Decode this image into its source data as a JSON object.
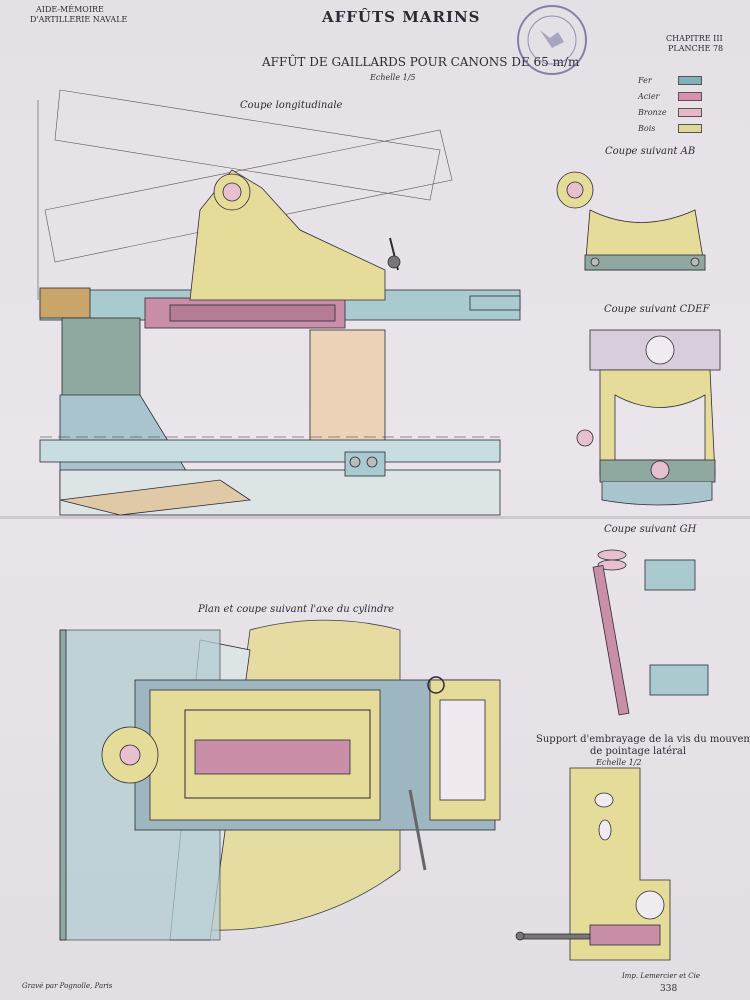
{
  "header": {
    "left_line1": "AIDE-MÉMOIRE",
    "left_line2": "D'ARTILLERIE NAVALE",
    "center_title": "AFFÛTS MARINS",
    "right_line1": "CHAPITRE III",
    "right_line2": "PLANCHE 78"
  },
  "plate": {
    "title": "AFFÛT DE GAILLARDS POUR CANONS DE 65 m/m",
    "scale": "Echelle 1/5"
  },
  "legend": [
    {
      "label": "Fer",
      "color": "#7fb3b8"
    },
    {
      "label": "Acier",
      "color": "#d98fb0"
    },
    {
      "label": "Bronze",
      "color": "#e8b8c8"
    },
    {
      "label": "Bois",
      "color": "#e0d79a"
    }
  ],
  "views": {
    "longitudinal": "Coupe longitudinale",
    "ab": "Coupe suivant AB",
    "cdef": "Coupe suivant CDEF",
    "gh": "Coupe suivant GH",
    "plan": "Plan et coupe suivant l'axe du cylindre",
    "support_line1": "Support d'embrayage de la vis du mouvement",
    "support_line2": "de pointage latéral",
    "support_scale": "Echelle 1/2"
  },
  "footer": {
    "engraver": "Gravé par Pognolle, Paris",
    "printer": "Imp. Lemercier et Cie",
    "page": "338"
  },
  "colors": {
    "iron": "#8fc1c4",
    "steel": "#c98fa8",
    "bronze": "#e7c0cf",
    "wood": "#e6dc9a",
    "ink": "#2d2a36"
  }
}
